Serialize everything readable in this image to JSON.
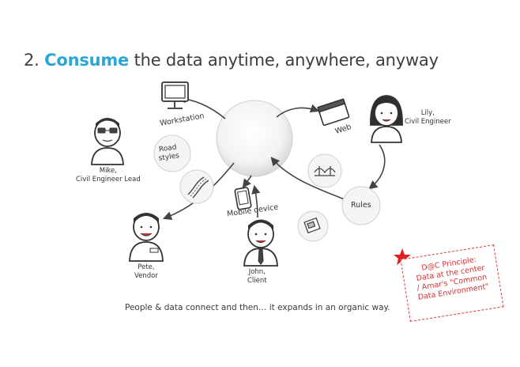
{
  "title": {
    "number": "2.",
    "highlight": "Consume",
    "rest": "the data anytime, anywhere, anyway"
  },
  "nodes": {
    "workstation": "Workstation",
    "web": "Web",
    "mobile": "Mobile device",
    "road_styles": [
      "Road",
      "styles"
    ],
    "rules": "Rules"
  },
  "people": {
    "lily": [
      "Lily,",
      "Civil Engineer"
    ],
    "mike": [
      "Mike,",
      "Civil Engineer Lead"
    ],
    "pete": [
      "Pete,",
      "Vendor"
    ],
    "john": [
      "John,",
      "Client"
    ]
  },
  "caption": "People & data connect and then… it expands in an organic way.",
  "principle": [
    "D@C Principle:",
    "Data at the center",
    "/ Amar's \"Common",
    "Data Environment\""
  ],
  "colors": {
    "accent": "#2aa7d6",
    "principle": "#d83030",
    "ink": "#3a3a3a"
  }
}
